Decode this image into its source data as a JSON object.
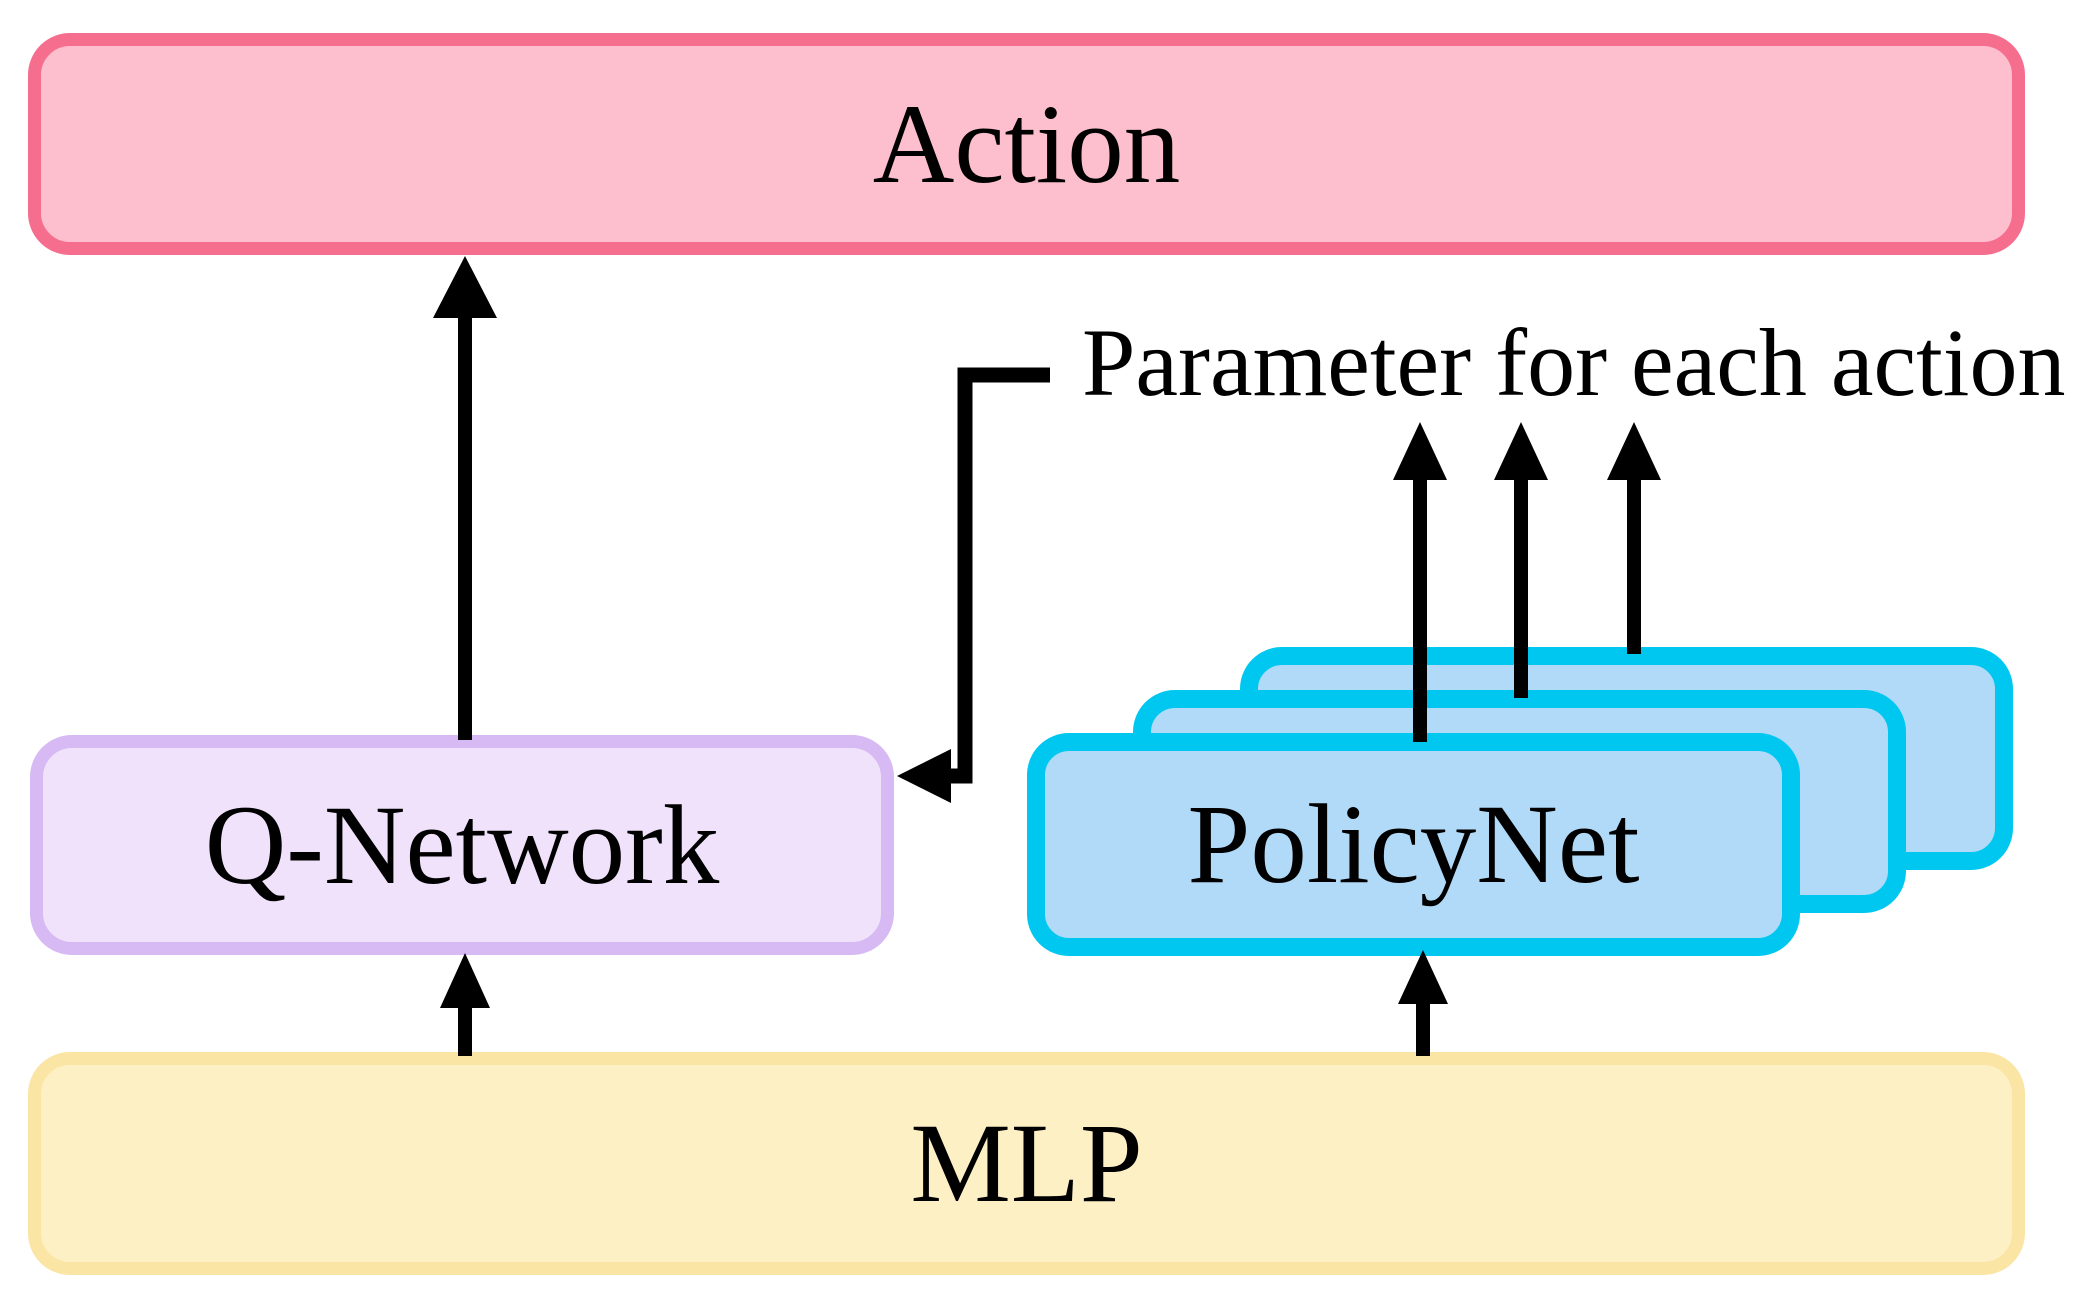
{
  "diagram": {
    "background": "#FFFFFF",
    "arrow_color": "#000000",
    "text_color": "#000000",
    "nodes": {
      "action": {
        "label": "Action",
        "fill": "#FDBFCE",
        "border": "#F66E8E"
      },
      "q_network": {
        "label": "Q-Network",
        "fill": "#F0E2FB",
        "border": "#D7B9F4"
      },
      "policy_net": {
        "label": "PolicyNet",
        "fill": "#B0DAF8",
        "border": "#00C7F0",
        "stack_count": 3
      },
      "mlp": {
        "label": "MLP",
        "fill": "#FEF0C5",
        "border": "#FBE5A4"
      }
    },
    "annotation": {
      "label": "Parameter for each action"
    },
    "edges": [
      {
        "from": "Q-Network",
        "to": "Action"
      },
      {
        "from": "MLP",
        "to": "Q-Network"
      },
      {
        "from": "MLP",
        "to": "PolicyNet"
      },
      {
        "from": "PolicyNet",
        "to": "Parameter for each action",
        "count": 3
      },
      {
        "from": "Parameter for each action",
        "to": "Q-Network"
      }
    ]
  }
}
